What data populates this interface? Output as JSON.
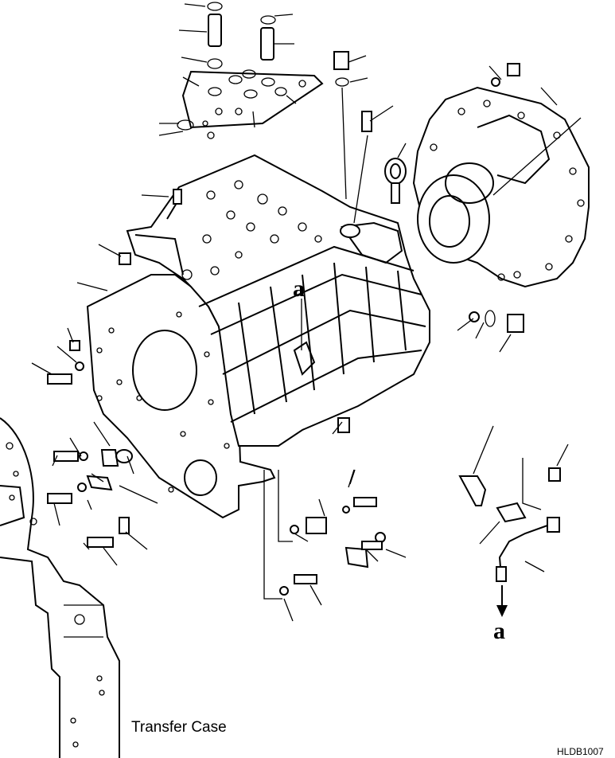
{
  "caption": "Transfer Case",
  "drawing_code": "HLDB1007",
  "reference_labels": [
    "a",
    "a"
  ]
}
